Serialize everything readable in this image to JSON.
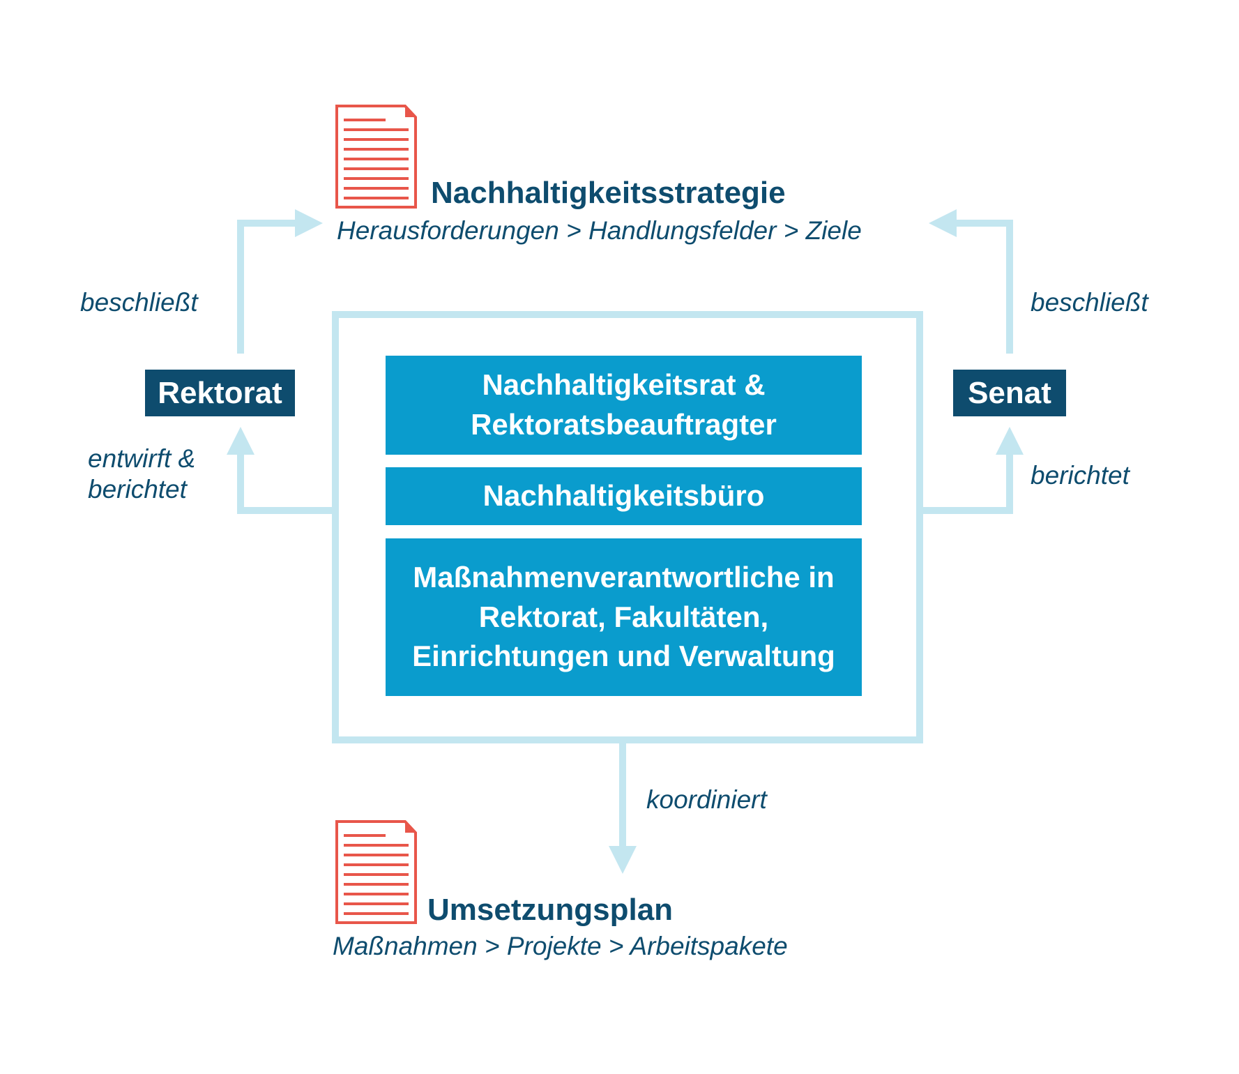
{
  "strategy": {
    "title": "Nachhaltigkeitsstrategie",
    "subtitle": "Herausforderungen > Handlungsfelder > Ziele",
    "icon": "document-icon"
  },
  "plan": {
    "title": "Umsetzungsplan",
    "subtitle": "Maßnahmen > Projekte > Arbeitspakete",
    "icon": "document-icon"
  },
  "actors": {
    "left": "Rektorat",
    "right": "Senat"
  },
  "units": [
    "Nachhaltigkeitsrat & Rektoratsbeauftragter",
    "Nachhaltigkeitsbüro",
    "Maßnahmenverantwortliche in Rektorat, Fakultäten, Einrichtungen und Verwaltung"
  ],
  "edges": {
    "left_top": "beschließt",
    "left_bottom": "entwirft & berichtet",
    "right_top": "beschließt",
    "right_bottom": "berichtet",
    "center_bottom": "koordiniert"
  },
  "colors": {
    "dark_blue": "#0e4c6e",
    "mid_blue": "#0a9ccd",
    "light_blue": "#c3e6f0",
    "doc_red": "#e8564a"
  }
}
